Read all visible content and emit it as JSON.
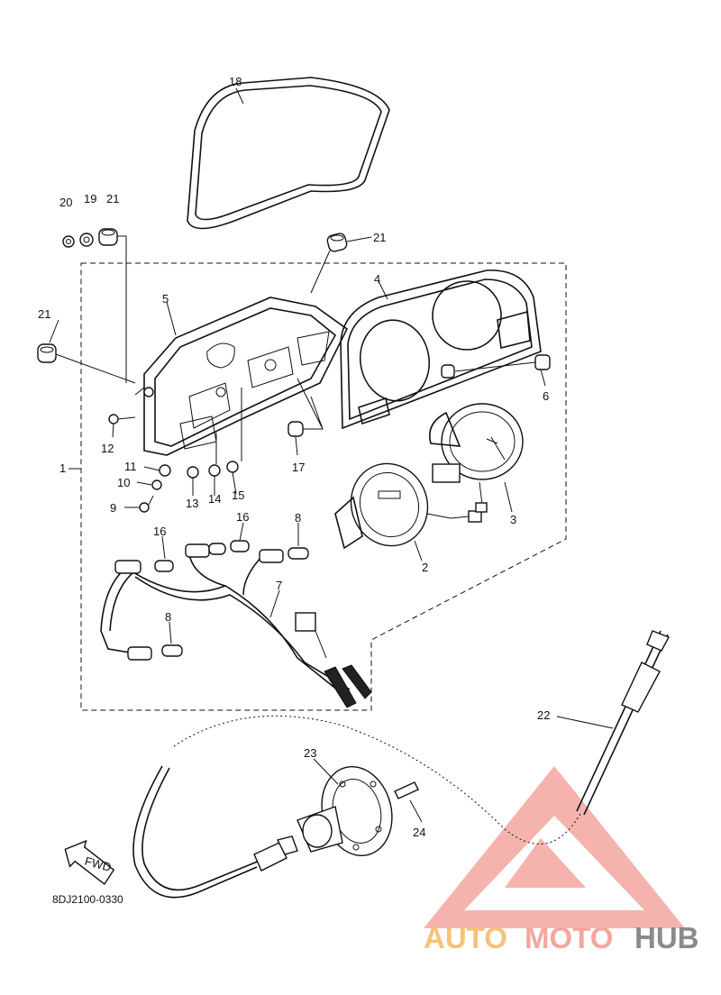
{
  "callouts": {
    "c1": "1",
    "c2": "2",
    "c3": "3",
    "c4": "4",
    "c5": "5",
    "c6": "6",
    "c7": "7",
    "c8a": "8",
    "c8b": "8",
    "c9": "9",
    "c10": "10",
    "c11": "11",
    "c12": "12",
    "c13": "13",
    "c14": "14",
    "c15": "15",
    "c16a": "16",
    "c16b": "16",
    "c17": "17",
    "c18": "18",
    "c19": "19",
    "c20": "20",
    "c21a": "21",
    "c21b": "21",
    "c21c": "21",
    "c22": "22",
    "c23": "23",
    "c24": "24"
  },
  "fwd_label": "FWD",
  "diagram_code": "8DJ2100-0330",
  "watermark": {
    "part1": "AUTO",
    "part2": "MOTO",
    "part3": "HUB",
    "color_primary": "#f4a6a0",
    "color_secondary": "#f6c27a",
    "color_dark": "#8a8a8a"
  }
}
